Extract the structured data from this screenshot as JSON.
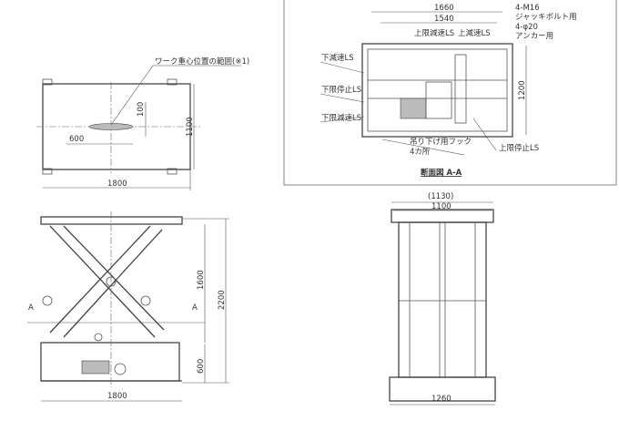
{
  "top_view": {
    "width": "1800",
    "depth": "1100",
    "range_x": "600",
    "range_y": "100",
    "leader": "ワーク重心位置の範囲(※1)"
  },
  "side_view": {
    "width": "1800",
    "stroke": "1600",
    "height": "2200",
    "lowered": "600",
    "section_mark": "A"
  },
  "front_view": {
    "overall": "(1130)",
    "table": "1100",
    "base": "1260"
  },
  "section": {
    "title": "断面図 A-A",
    "dim_outer": "1660",
    "dim_inner": "1540",
    "dim_depth": "1200",
    "labels": {
      "m16": "4-M16",
      "jack": "ジャッキボルト用",
      "phi": "4-φ20",
      "anchor": "アンカー用",
      "upper_slow": "上限減速LS",
      "upper_dec": "上減速LS",
      "lower_dec": "下減速LS",
      "lower_stop": "下限停止LS",
      "lower_slow": "下限減速LS",
      "hook": "吊り下げ用フック",
      "hook_count": "4カ所",
      "upper_stop": "上限停止LS"
    }
  },
  "colors": {
    "line": "#555555",
    "bg": "#ffffff"
  }
}
